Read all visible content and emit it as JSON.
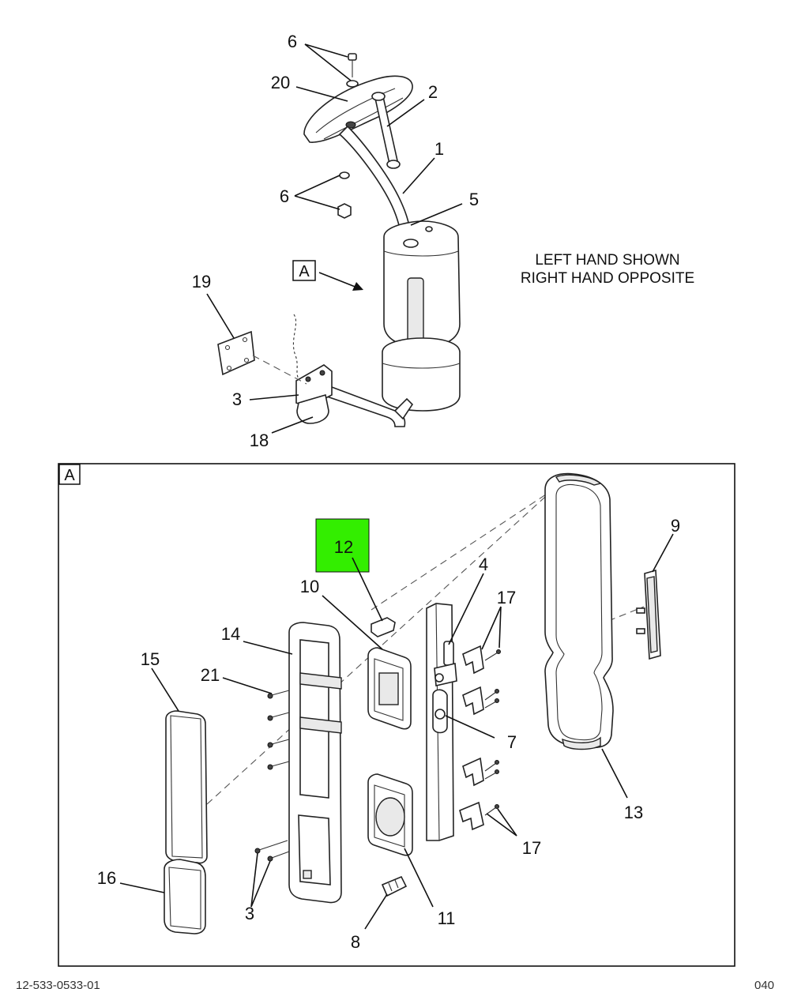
{
  "diagram": {
    "note_line1": "LEFT HAND SHOWN",
    "note_line2": "RIGHT HAND OPPOSITE",
    "view_ref": "A",
    "detail_label": "A",
    "highlight_color": "#33ee00",
    "callouts": {
      "c6_top": "6",
      "c20": "20",
      "c2": "2",
      "c1": "1",
      "c6_bot": "6",
      "c5": "5",
      "c19": "19",
      "c3_top": "3",
      "c18": "18",
      "c12": "12",
      "c10": "10",
      "c4": "4",
      "c17_top": "17",
      "c9": "9",
      "c14": "14",
      "c15": "15",
      "c21": "21",
      "c7": "7",
      "c13": "13",
      "c17_bot": "17",
      "c16": "16",
      "c3_bot": "3",
      "c11": "11",
      "c8": "8"
    },
    "footer_left": "12-533-0533-01",
    "footer_right": "040"
  }
}
